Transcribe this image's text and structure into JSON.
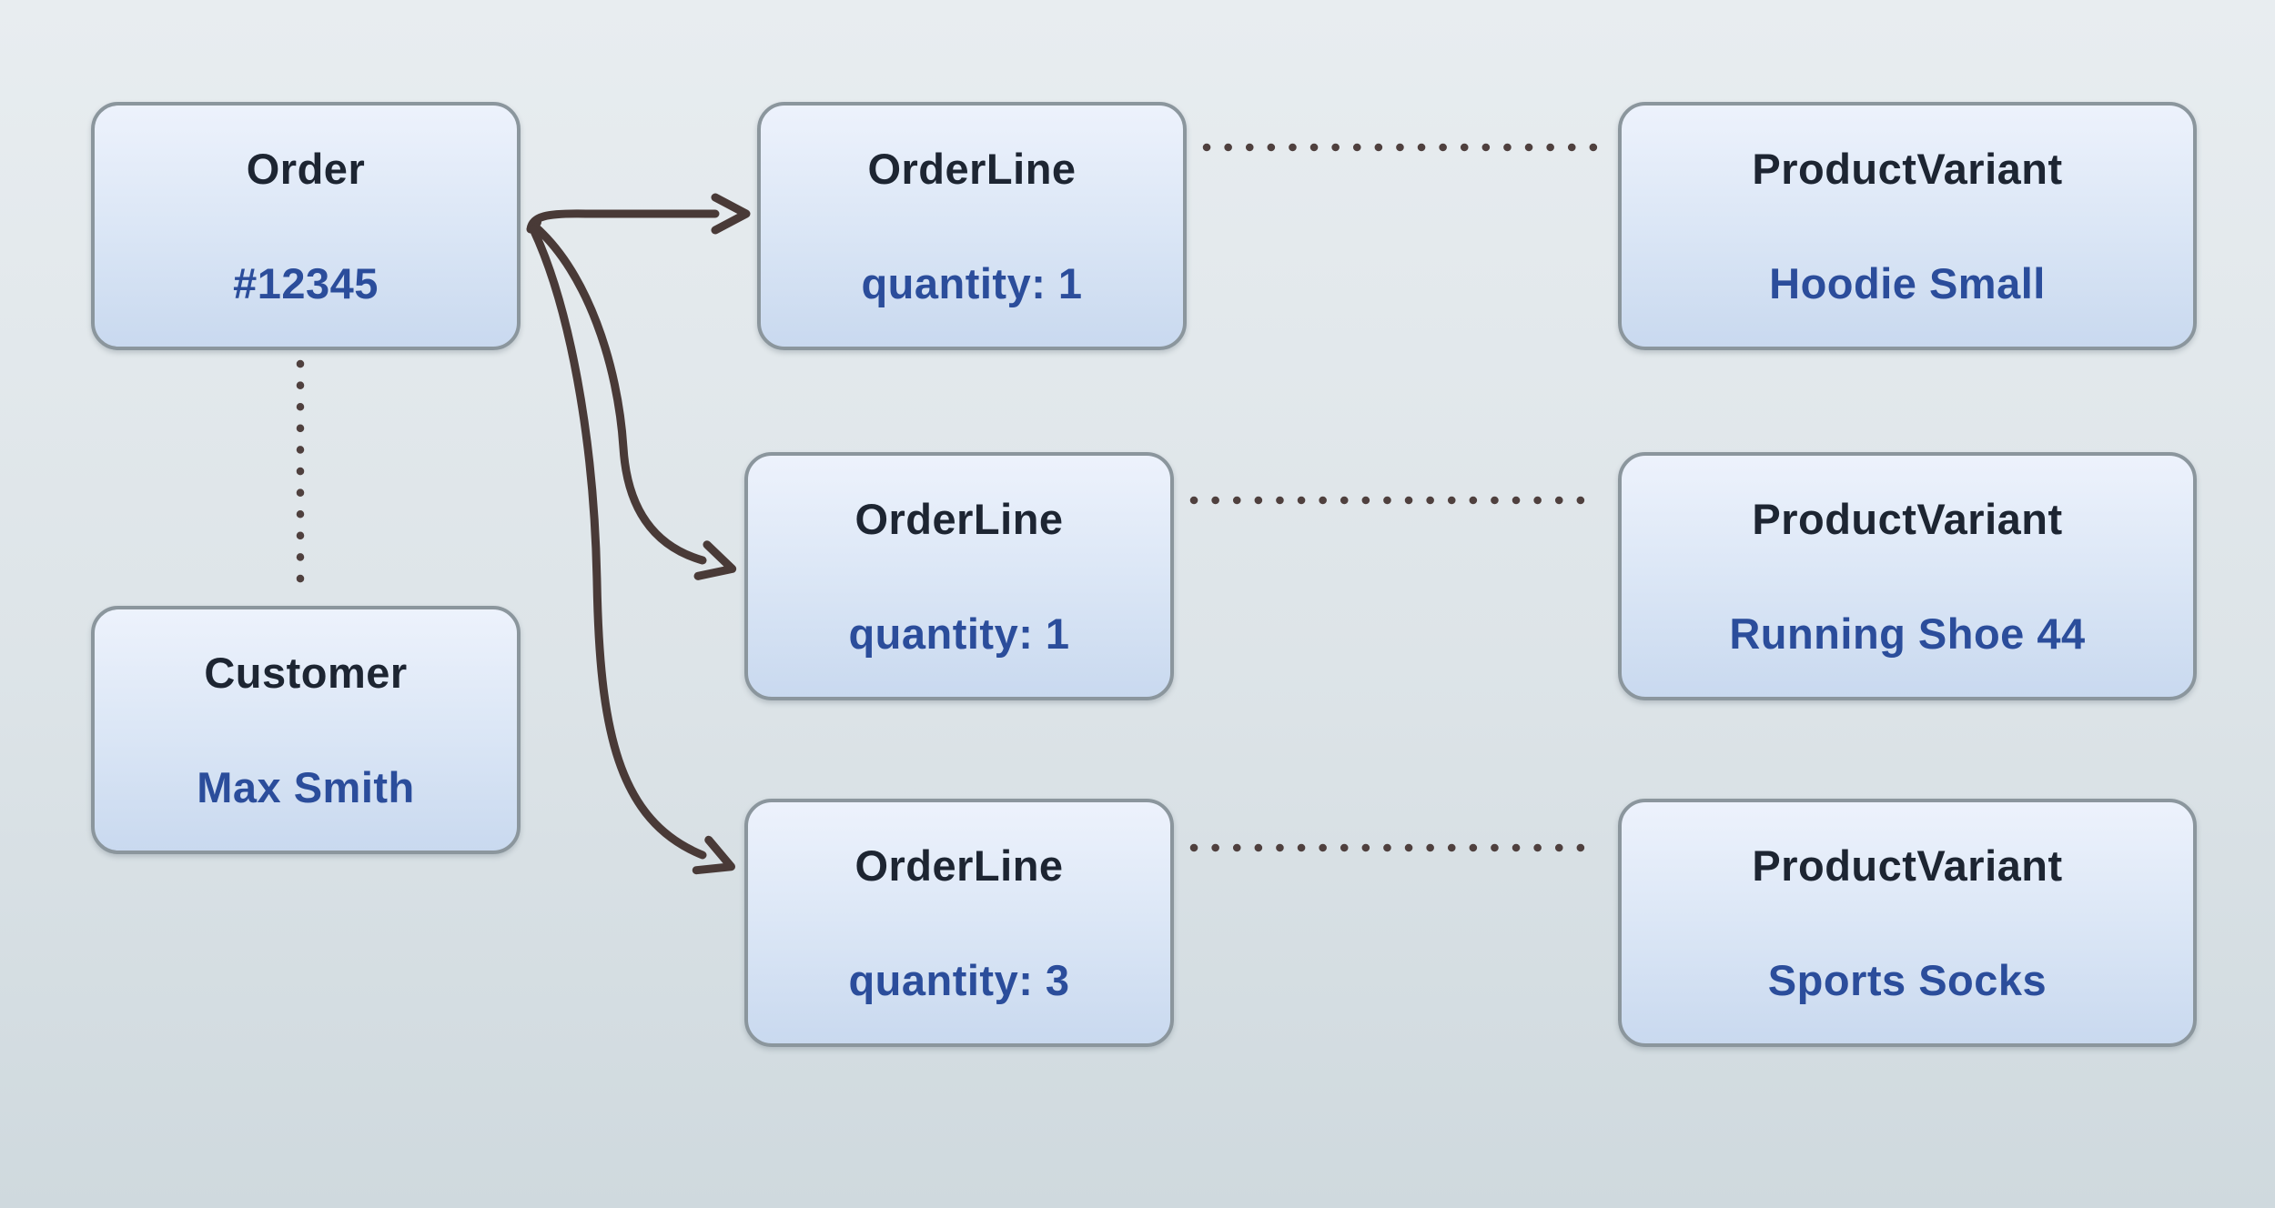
{
  "diagram": {
    "nodes": {
      "order": {
        "type": "Order",
        "title": "Order",
        "value": "#12345"
      },
      "customer": {
        "type": "Customer",
        "title": "Customer",
        "value": "Max Smith"
      },
      "orderline1": {
        "type": "OrderLine",
        "title": "OrderLine",
        "value": "quantity: 1"
      },
      "orderline2": {
        "type": "OrderLine",
        "title": "OrderLine",
        "value": "quantity: 1"
      },
      "orderline3": {
        "type": "OrderLine",
        "title": "OrderLine",
        "value": "quantity: 3"
      },
      "variant1": {
        "type": "ProductVariant",
        "title": "ProductVariant",
        "value": "Hoodie Small"
      },
      "variant2": {
        "type": "ProductVariant",
        "title": "ProductVariant",
        "value": "Running Shoe 44"
      },
      "variant3": {
        "type": "ProductVariant",
        "title": "ProductVariant",
        "value": "Sports Socks"
      }
    },
    "edges": [
      {
        "from": "order",
        "to": "orderline1",
        "style": "solid-arrow"
      },
      {
        "from": "order",
        "to": "orderline2",
        "style": "solid-arrow"
      },
      {
        "from": "order",
        "to": "orderline3",
        "style": "solid-arrow"
      },
      {
        "from": "order",
        "to": "customer",
        "style": "dotted"
      },
      {
        "from": "orderline1",
        "to": "variant1",
        "style": "dotted"
      },
      {
        "from": "orderline2",
        "to": "variant2",
        "style": "dotted"
      },
      {
        "from": "orderline3",
        "to": "variant3",
        "style": "dotted"
      }
    ],
    "colors": {
      "bg-top": "#e8edf0",
      "bg-bottom": "#cfd9de",
      "node-border": "#8b969d",
      "node-fill-top": "#edf2fc",
      "node-fill-bottom": "#c9d9ef",
      "title-color": "#1d2532",
      "value-color": "#2b4d9b",
      "arrow-color": "#493a37",
      "dot-color": "#4f403e"
    }
  }
}
